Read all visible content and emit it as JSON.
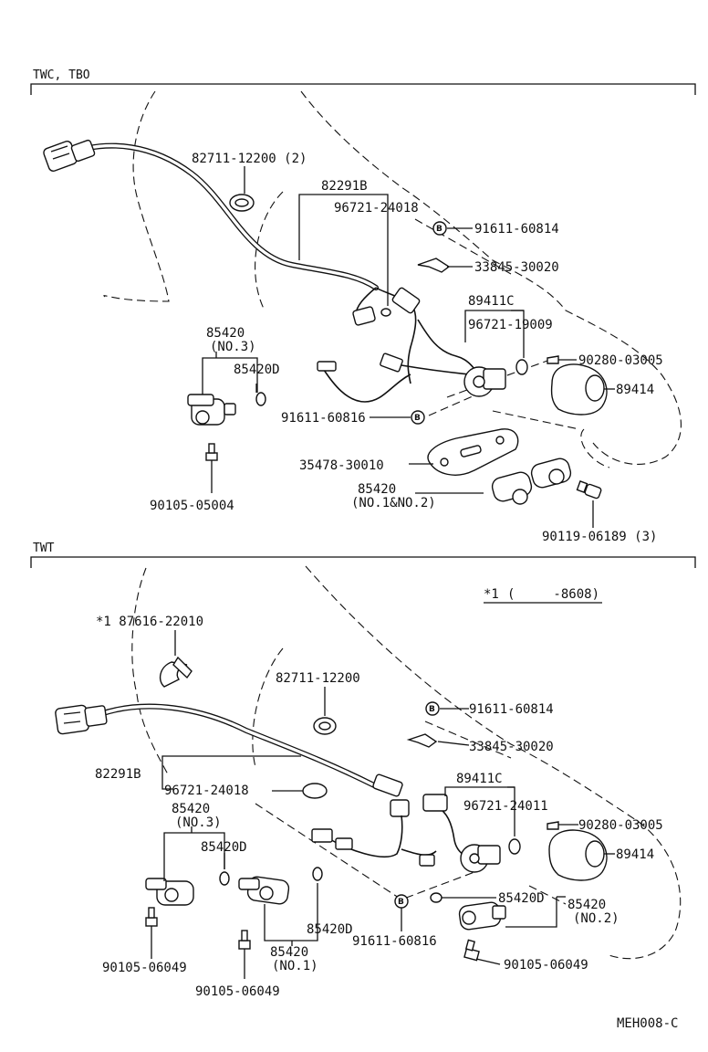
{
  "sections": {
    "top": "TWC, TBO",
    "bottom": "TWT"
  },
  "note": {
    "marker": "*1",
    "range": "(　　　-8608)"
  },
  "drawing_code": "MEH008-C",
  "bolt_mark": "B",
  "top_labels": {
    "l1": "82711-12200 (2)",
    "l2": "82291B",
    "l3": "96721-24018",
    "l4": "91611-60814",
    "l5": "33845-30020",
    "l6": "89411C",
    "l7": "96721-19009",
    "l8": "90280-03005",
    "l9": "89414",
    "l10": "85420",
    "l11": "(NO.3)",
    "l12": "85420D",
    "l13": "91611-60816",
    "l14": "35478-30010",
    "l15": "85420",
    "l16": "(NO.1&NO.2)",
    "l17": "90105-05004",
    "l18": "90119-06189 (3)"
  },
  "bottom_labels": {
    "b1": "*1 87616-22010",
    "b2": "82711-12200",
    "b3": "91611-60814",
    "b4": "33845-30020",
    "b5": "82291B",
    "b6": "96721-24018",
    "b7": "89411C",
    "b8": "96721-24011",
    "b9": "90280-03005",
    "b10": "85420",
    "b11": "(NO.3)",
    "b12": "85420D",
    "b13": "89414",
    "b14": "85420D",
    "b15": "85420",
    "b16": "(NO.2)",
    "b17": "85420D",
    "b18": "85420",
    "b19": "(NO.1)",
    "b20": "91611-60816",
    "b21": "90105-06049",
    "b22": "90105-06049",
    "b23": "90105-06049"
  }
}
